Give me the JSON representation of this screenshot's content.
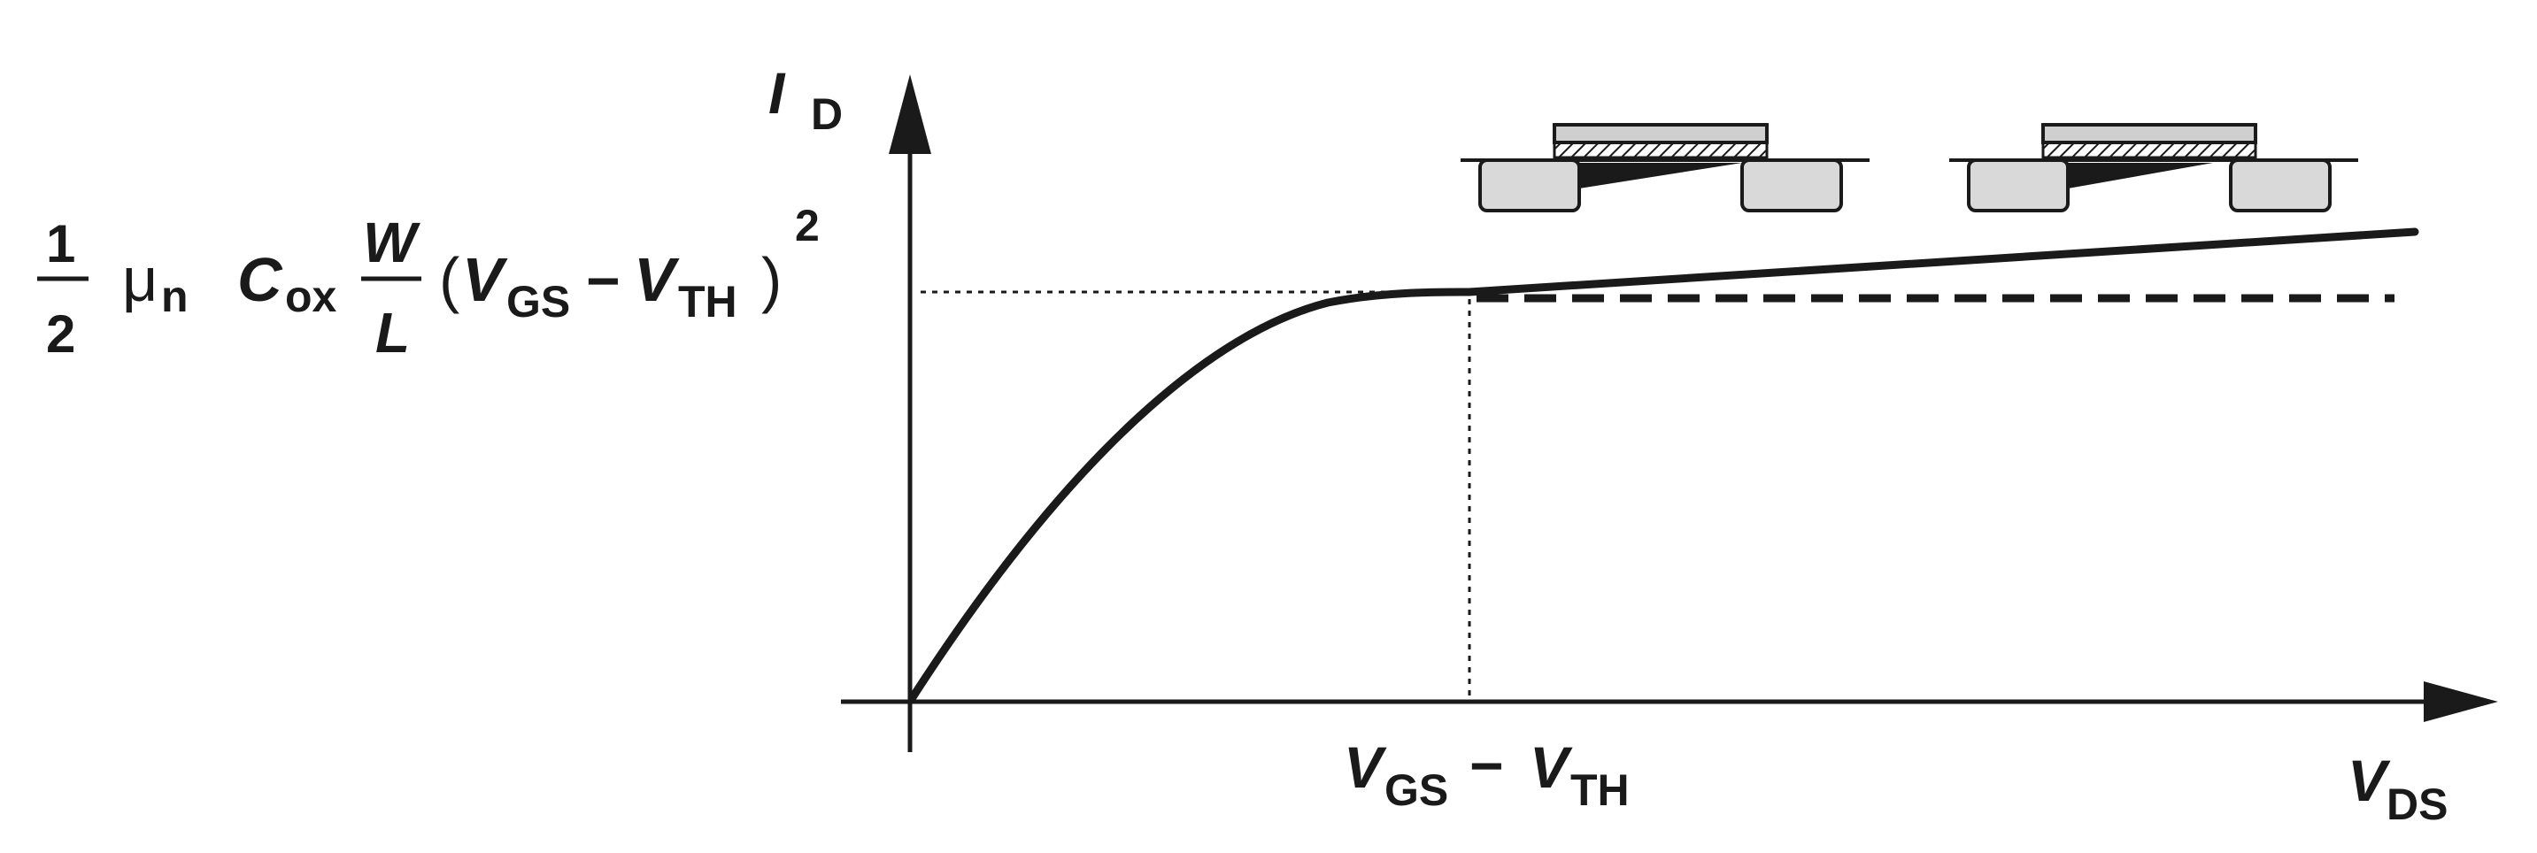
{
  "axes": {
    "y_label": "I",
    "y_label_sub": "D",
    "x_label": "V",
    "x_label_sub": "DS"
  },
  "tick_label": {
    "v1": "V",
    "v1_sub": "GS",
    "minus": "−",
    "v2": "V",
    "v2_sub": "TH"
  },
  "formula": {
    "frac_num": "1",
    "frac_den": "2",
    "mu": "μ",
    "mu_sub": "n",
    "c": "C",
    "c_sub": "ox",
    "w": "W",
    "l": "L",
    "open_paren": "(",
    "v1": "V",
    "v1_sub": "GS",
    "minus": "−",
    "v2": "V",
    "v2_sub": "TH",
    "close_paren": ")",
    "exponent": "2"
  },
  "colors": {
    "ink": "#1a1a1a",
    "well_fill": "#d9d9d9",
    "gate_fill": "#cfcfcf"
  }
}
